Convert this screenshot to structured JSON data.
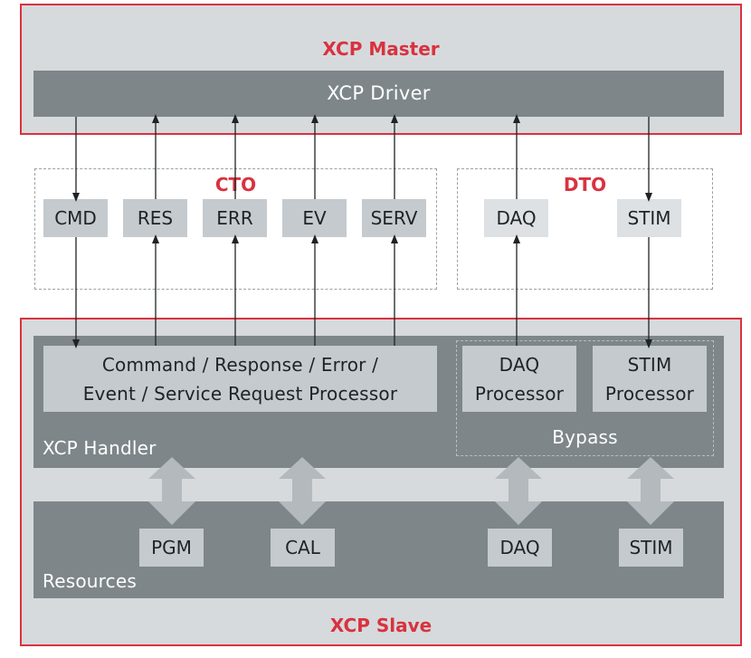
{
  "master": {
    "title": "XCP Master",
    "driver_label": "XCP Driver"
  },
  "cto": {
    "title": "CTO",
    "packets": [
      "CMD",
      "RES",
      "ERR",
      "EV",
      "SERV"
    ]
  },
  "dto": {
    "title": "DTO",
    "packets": [
      "DAQ",
      "STIM"
    ]
  },
  "slave": {
    "title": "XCP Slave",
    "handler_label": "XCP Handler",
    "processor_line1": "Command / Response / Error /",
    "processor_line2": "Event / Service Request Processor",
    "daq_processor_line1": "DAQ",
    "daq_processor_line2": "Processor",
    "stim_processor_line1": "STIM",
    "stim_processor_line2": "Processor",
    "bypass_label": "Bypass",
    "resources_label": "Resources",
    "resources": [
      "PGM",
      "CAL",
      "DAQ",
      "STIM"
    ]
  },
  "colors": {
    "accent_red": "#d9323f",
    "dark_gray": "#7e868a",
    "light_gray": "#d6dadd"
  }
}
